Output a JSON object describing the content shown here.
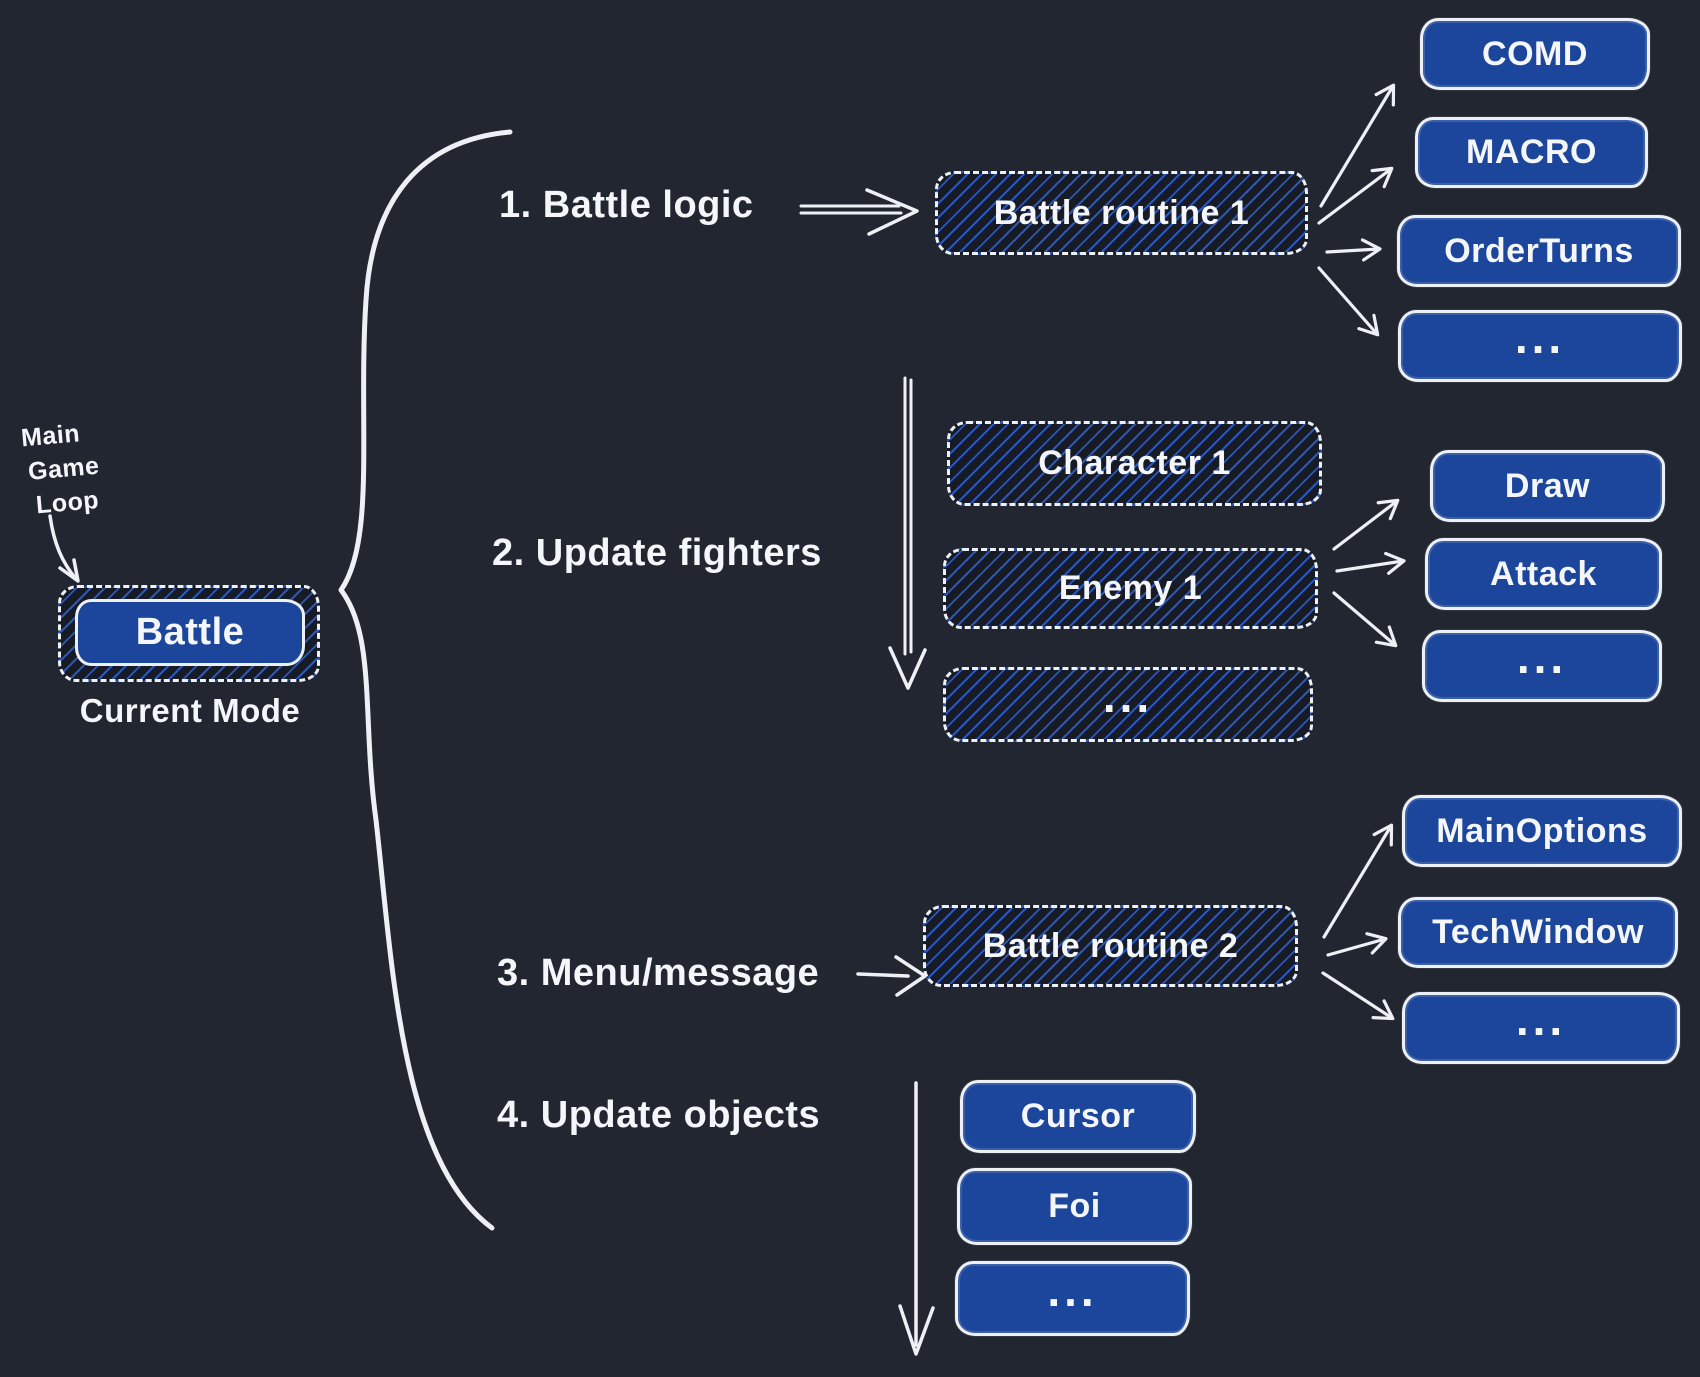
{
  "colors": {
    "background": "#212631",
    "box_blue": "#1c459c",
    "hatch_line": "#2b57bd",
    "hatch_bg": "#161b26",
    "stroke_white": "#edf1f6"
  },
  "annotation": {
    "main_loop_lines": [
      "Main",
      "Game",
      "Loop"
    ],
    "current_mode_label": "Current Mode"
  },
  "mode_box": {
    "label": "Battle"
  },
  "steps": [
    {
      "label": "1. Battle logic",
      "routine": "Battle routine 1",
      "outputs": [
        "COMD",
        "MACRO",
        "OrderTurns",
        "..."
      ]
    },
    {
      "label": "2. Update fighters",
      "fighters": [
        "Character 1",
        "Enemy 1",
        "..."
      ],
      "outputs": [
        "Draw",
        "Attack",
        "..."
      ]
    },
    {
      "label": "3. Menu/message",
      "routine": "Battle routine 2",
      "outputs": [
        "MainOptions",
        "TechWindow",
        "..."
      ]
    },
    {
      "label": "4. Update objects",
      "objects": [
        "Cursor",
        "Foi",
        "..."
      ]
    }
  ]
}
